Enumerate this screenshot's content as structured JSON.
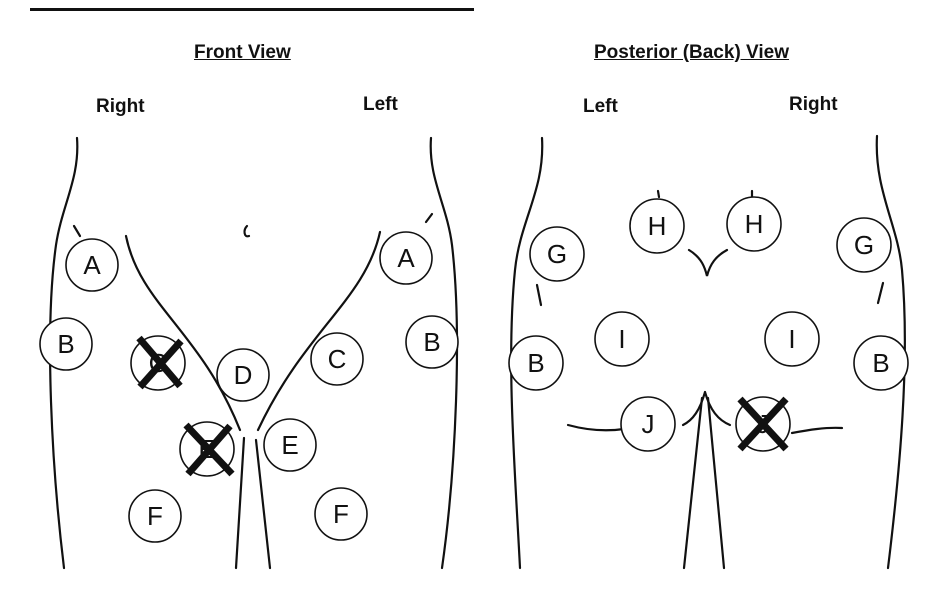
{
  "front_view": {
    "title": "Front View",
    "label_right": "Right",
    "label_left": "Left",
    "sites": [
      {
        "letter": "A",
        "crossed": false
      },
      {
        "letter": "A",
        "crossed": false
      },
      {
        "letter": "B",
        "crossed": false
      },
      {
        "letter": "B",
        "crossed": false
      },
      {
        "letter": "C",
        "crossed": true
      },
      {
        "letter": "C",
        "crossed": false
      },
      {
        "letter": "D",
        "crossed": false
      },
      {
        "letter": "E",
        "crossed": true
      },
      {
        "letter": "E",
        "crossed": false
      },
      {
        "letter": "F",
        "crossed": false
      },
      {
        "letter": "F",
        "crossed": false
      }
    ]
  },
  "back_view": {
    "title": "Posterior (Back) View",
    "label_left": "Left",
    "label_right": "Right",
    "sites": [
      {
        "letter": "G",
        "crossed": false
      },
      {
        "letter": "G",
        "crossed": false
      },
      {
        "letter": "H",
        "crossed": false
      },
      {
        "letter": "H",
        "crossed": false
      },
      {
        "letter": "I",
        "crossed": false
      },
      {
        "letter": "I",
        "crossed": false
      },
      {
        "letter": "B",
        "crossed": false
      },
      {
        "letter": "B",
        "crossed": false
      },
      {
        "letter": "J",
        "crossed": false
      },
      {
        "letter": "J",
        "crossed": true
      }
    ]
  }
}
